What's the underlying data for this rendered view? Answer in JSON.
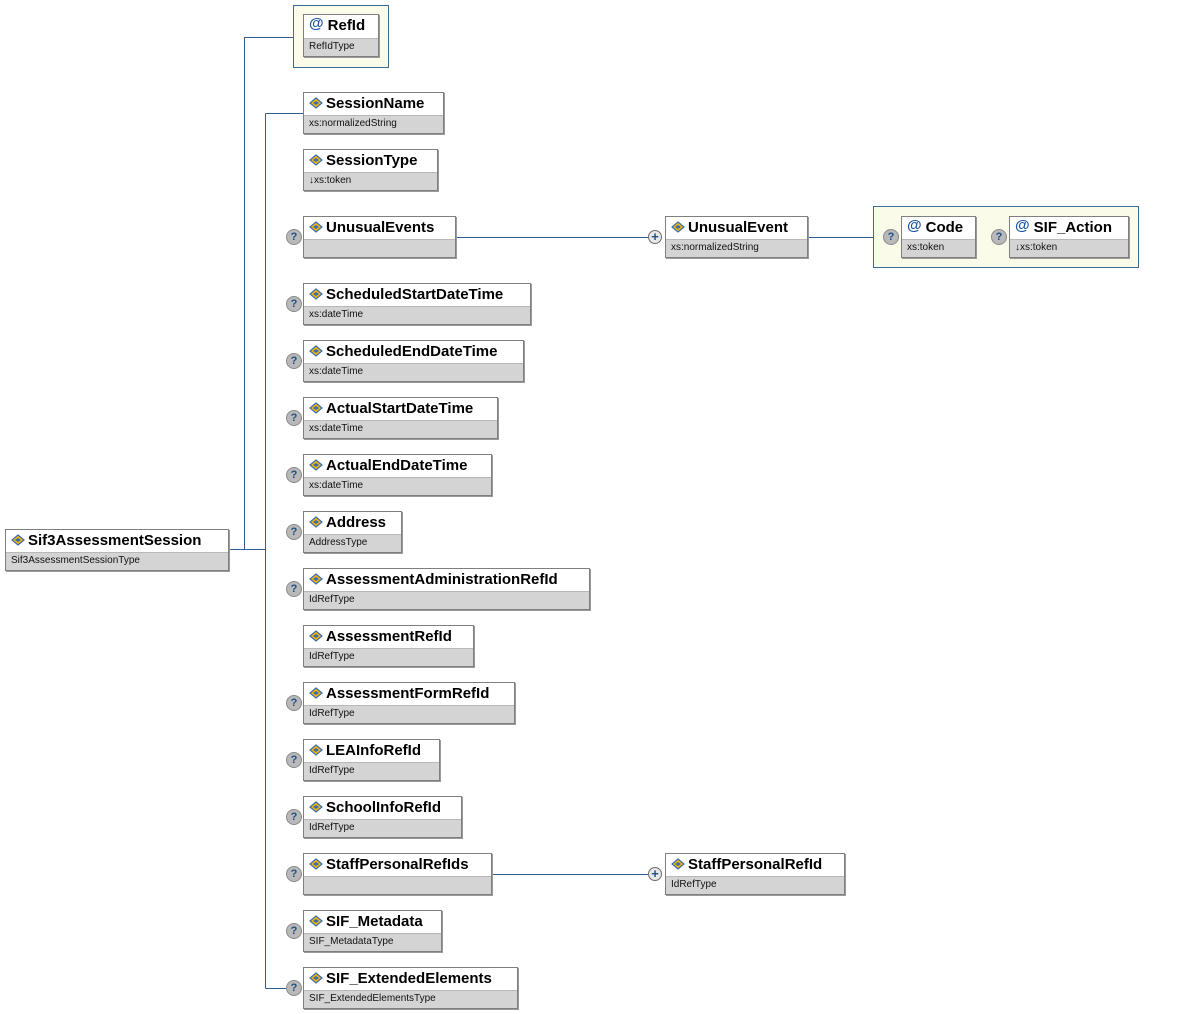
{
  "root": {
    "name": "Sif3AssessmentSession",
    "type": "Sif3AssessmentSessionType"
  },
  "refid": {
    "name": "RefId",
    "type": "RefIdType"
  },
  "elements": {
    "session_name": {
      "name": "SessionName",
      "type": "xs:normalizedString"
    },
    "session_type": {
      "name": "SessionType",
      "type": "↓xs:token"
    },
    "unusual_events": {
      "name": "UnusualEvents",
      "type": ""
    },
    "scheduled_start": {
      "name": "ScheduledStartDateTime",
      "type": "xs:dateTime"
    },
    "scheduled_end": {
      "name": "ScheduledEndDateTime",
      "type": "xs:dateTime"
    },
    "actual_start": {
      "name": "ActualStartDateTime",
      "type": "xs:dateTime"
    },
    "actual_end": {
      "name": "ActualEndDateTime",
      "type": "xs:dateTime"
    },
    "address": {
      "name": "Address",
      "type": "AddressType"
    },
    "assessment_admin_refid": {
      "name": "AssessmentAdministrationRefId",
      "type": "IdRefType"
    },
    "assessment_refid": {
      "name": "AssessmentRefId",
      "type": "IdRefType"
    },
    "assessment_form_refid": {
      "name": "AssessmentFormRefId",
      "type": "IdRefType"
    },
    "lea_info_refid": {
      "name": "LEAInfoRefId",
      "type": "IdRefType"
    },
    "school_info_refid": {
      "name": "SchoolInfoRefId",
      "type": "IdRefType"
    },
    "staff_personal_refids": {
      "name": "StaffPersonalRefIds",
      "type": ""
    },
    "sif_metadata": {
      "name": "SIF_Metadata",
      "type": "SIF_MetadataType"
    },
    "sif_extended_elements": {
      "name": "SIF_ExtendedElements",
      "type": "SIF_ExtendedElementsType"
    }
  },
  "unusual_event": {
    "name": "UnusualEvent",
    "type": "xs:normalizedString"
  },
  "code_attr": {
    "name": "Code",
    "type": "xs:token"
  },
  "sif_action_attr": {
    "name": "SIF_Action",
    "type": "↓xs:token"
  },
  "staff_personal_refid": {
    "name": "StaffPersonalRefId",
    "type": "IdRefType"
  },
  "markers": {
    "optional": "?",
    "expand": "+",
    "attribute": "@"
  },
  "icons": {
    "element": "element-icon",
    "attribute": "attribute-icon"
  },
  "colors": {
    "line": "#2f5f8f",
    "type_bar": "#d4d4d4",
    "attr_group_bg": "#fbfbe9",
    "optional_badge": "#b9b9b9"
  }
}
